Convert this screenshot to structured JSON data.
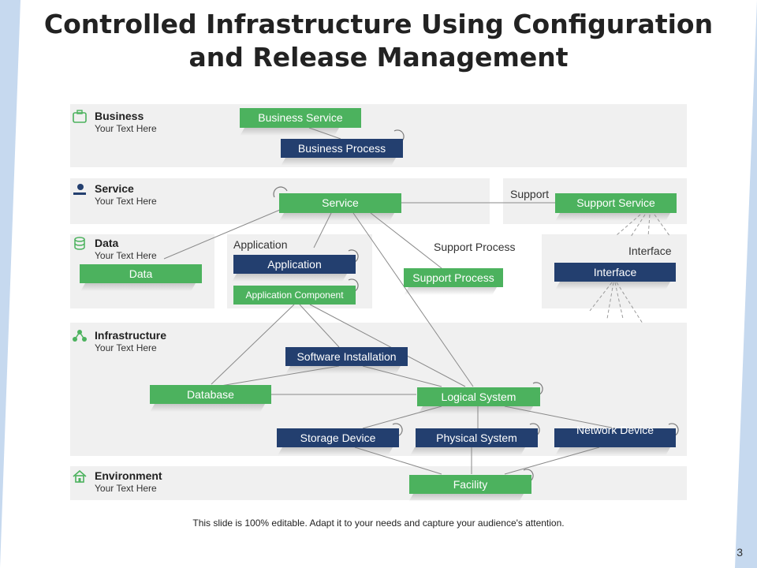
{
  "title": {
    "line1": "Controlled Infrastructure Using Configuration",
    "line2": "and Release Management"
  },
  "layers": {
    "business": {
      "name": "Business",
      "sub": "Your Text Here",
      "icon": "briefcase-icon"
    },
    "service": {
      "name": "Service",
      "sub": "Your Text Here",
      "icon": "hand-gear-icon"
    },
    "data": {
      "name": "Data",
      "sub": "Your Text Here",
      "icon": "database-icon"
    },
    "infrastructure": {
      "name": "Infrastructure",
      "sub": "Your Text Here",
      "icon": "network-icon"
    },
    "environment": {
      "name": "Environment",
      "sub": "Your Text Here",
      "icon": "house-icon"
    }
  },
  "nodes": {
    "business_service": "Business Service",
    "business_process": "Business Process",
    "service": "Service",
    "support_service": "Support Service",
    "data": "Data",
    "application": "Application",
    "application_component": "Application Component",
    "support_process": "Support Process",
    "interface": "Interface",
    "software_installation": "Software Installation",
    "database": "Database",
    "logical_system": "Logical System",
    "storage_device": "Storage Device",
    "physical_system": "Physical System",
    "network_device": "Network Device",
    "facility": "Facility"
  },
  "labels": {
    "support": "Support",
    "application": "Application",
    "support_process": "Support Process",
    "interface": "Interface"
  },
  "footer": "This slide is 100% editable. Adapt it to your needs and capture your audience's attention.",
  "page_number": "3",
  "colors": {
    "green": "#4cb25e",
    "navy": "#233f6f",
    "panel": "#f0f0f0",
    "accent": "#c6d9ef"
  }
}
